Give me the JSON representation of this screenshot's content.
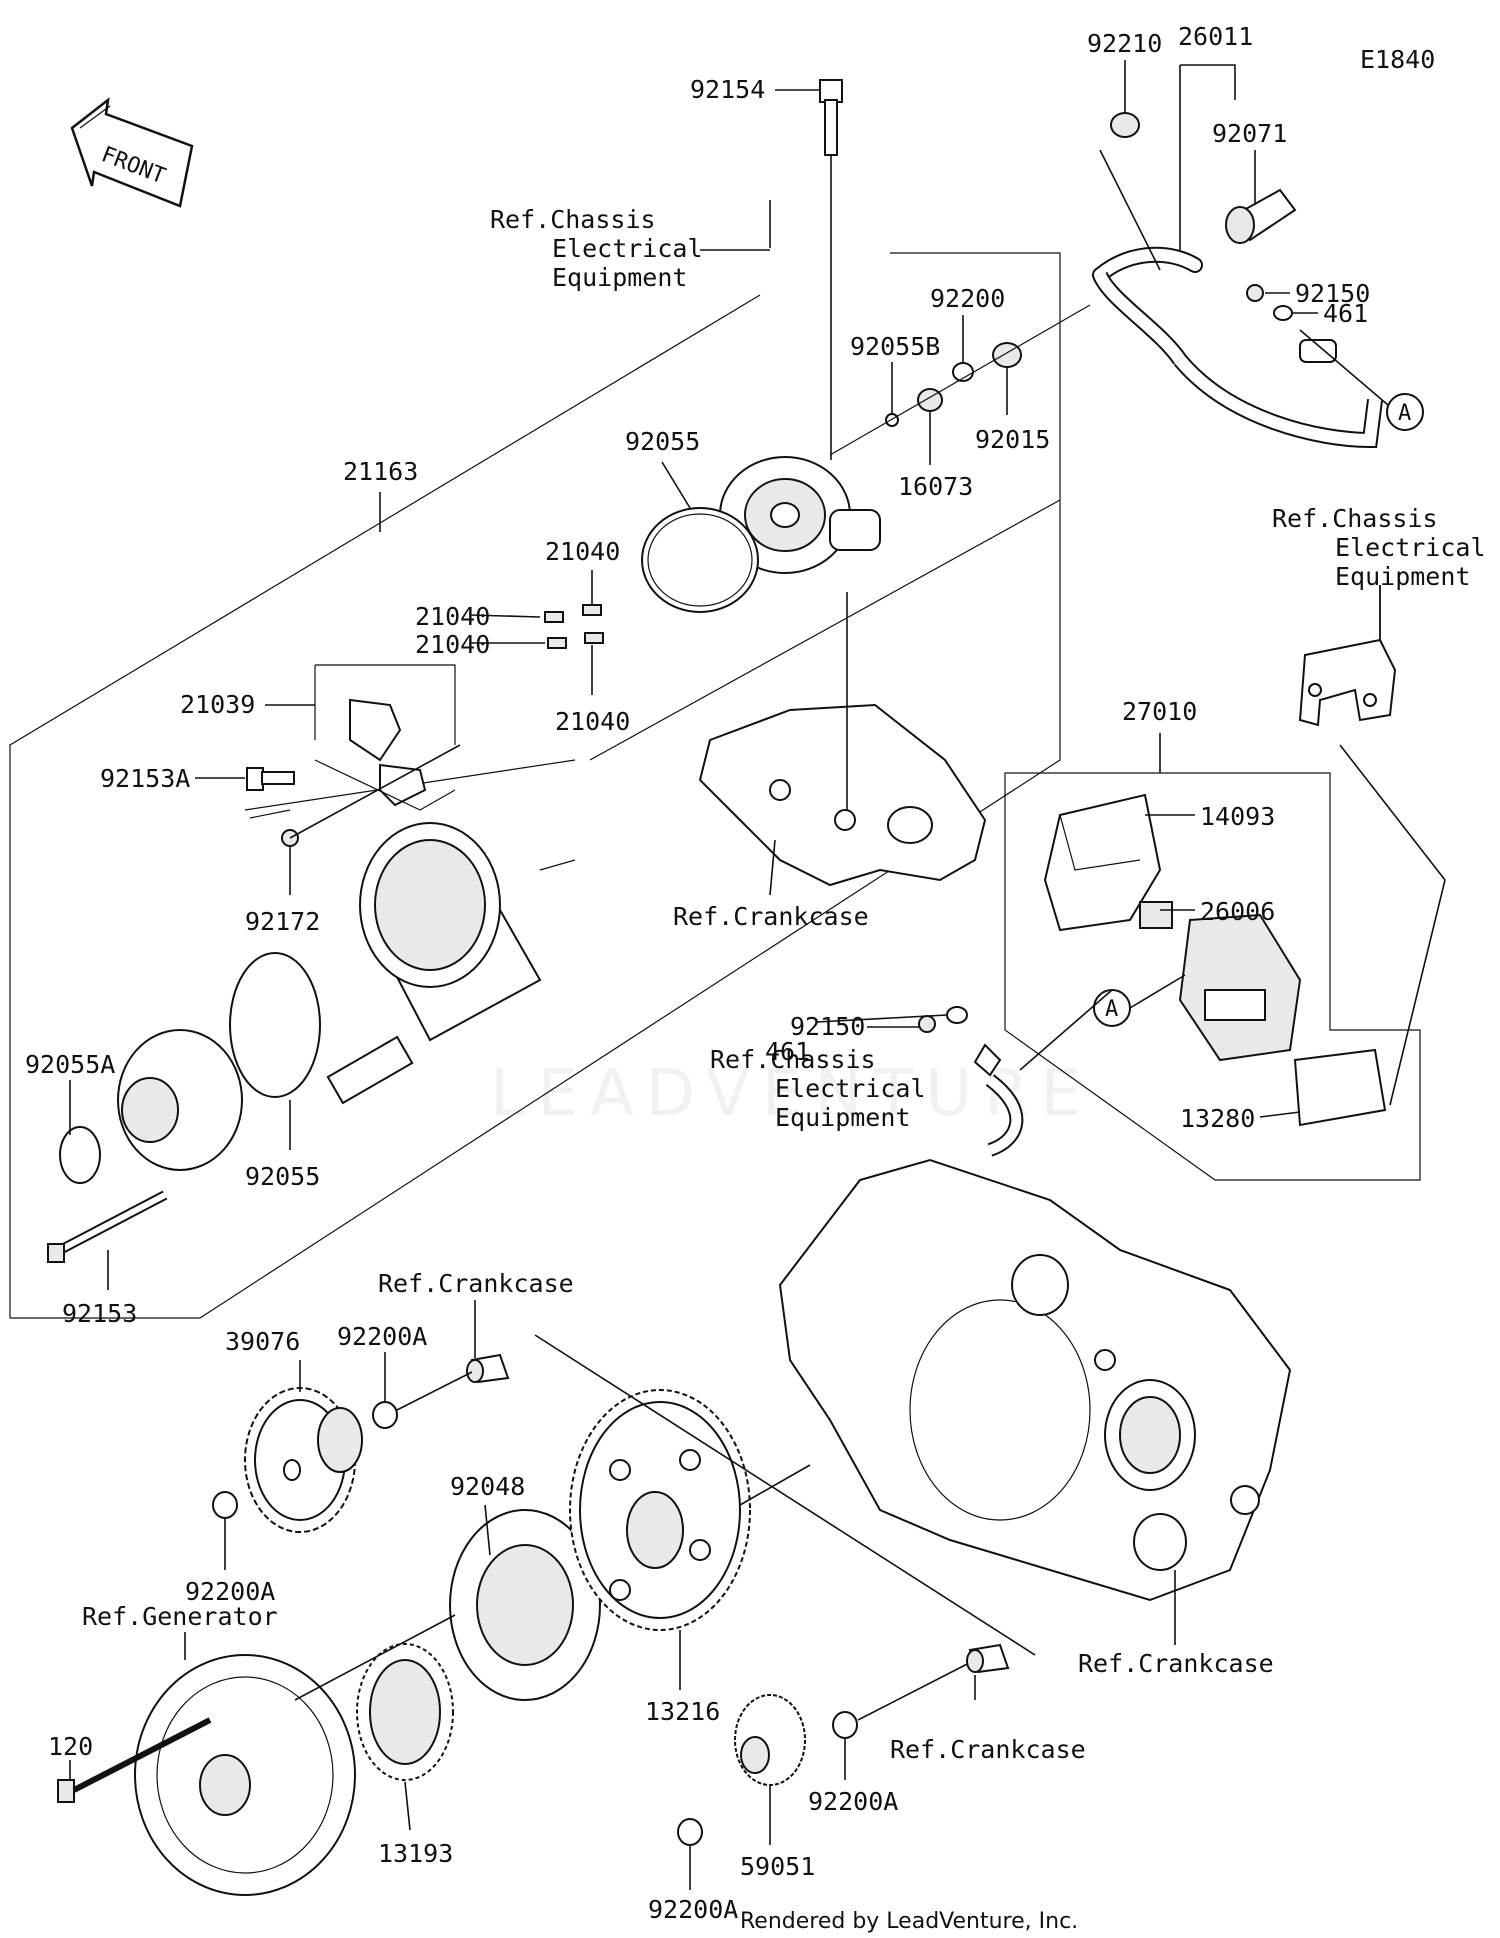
{
  "diagram_code": "E1840",
  "front_arrow_label": "FRONT",
  "callout_letter": "A",
  "watermark": "LEADVENTURE",
  "footer": "Rendered by LeadVenture, Inc.",
  "labels": {
    "p92154": "92154",
    "p92210": "92210",
    "p26011": "26011",
    "p92071": "92071",
    "p92150_top": "92150",
    "p461_top": "461",
    "p92200": "92200",
    "p92055B": "92055B",
    "p92015": "92015",
    "p16073": "16073",
    "p92055_top": "92055",
    "p21163": "21163",
    "p21040_a": "21040",
    "p21040_b": "21040",
    "p21040_c": "21040",
    "p21040_d": "21040",
    "p21039": "21039",
    "p92153A": "92153A",
    "p92172": "92172",
    "p92055A": "92055A",
    "p92055_mid": "92055",
    "p92153": "92153",
    "p27010": "27010",
    "p14093": "14093",
    "p26006": "26006",
    "p13280": "13280",
    "p92150_mid": "92150",
    "p461_mid": "461",
    "p39076": "39076",
    "p92200A_a": "92200A",
    "p92200A_b": "92200A",
    "p92048": "92048",
    "p13216": "13216",
    "p120": "120",
    "p13193": "13193",
    "p92200A_c": "92200A",
    "p92200A_d": "92200A",
    "p59051": "59051"
  },
  "refs": {
    "chassis_top_1": "Ref.Chassis",
    "chassis_top_2": "Electrical",
    "chassis_top_3": "Equipment",
    "chassis_right_1": "Ref.Chassis",
    "chassis_right_2": "Electrical",
    "chassis_right_3": "Equipment",
    "chassis_mid_1": "Ref.Chassis",
    "chassis_mid_2": "Electrical",
    "chassis_mid_3": "Equipment",
    "crankcase_mid": "Ref.Crankcase",
    "crankcase_upper": "Ref.Crankcase",
    "crankcase_right": "Ref.Crankcase",
    "crankcase_bottom": "Ref.Crankcase",
    "generator": "Ref.Generator"
  }
}
